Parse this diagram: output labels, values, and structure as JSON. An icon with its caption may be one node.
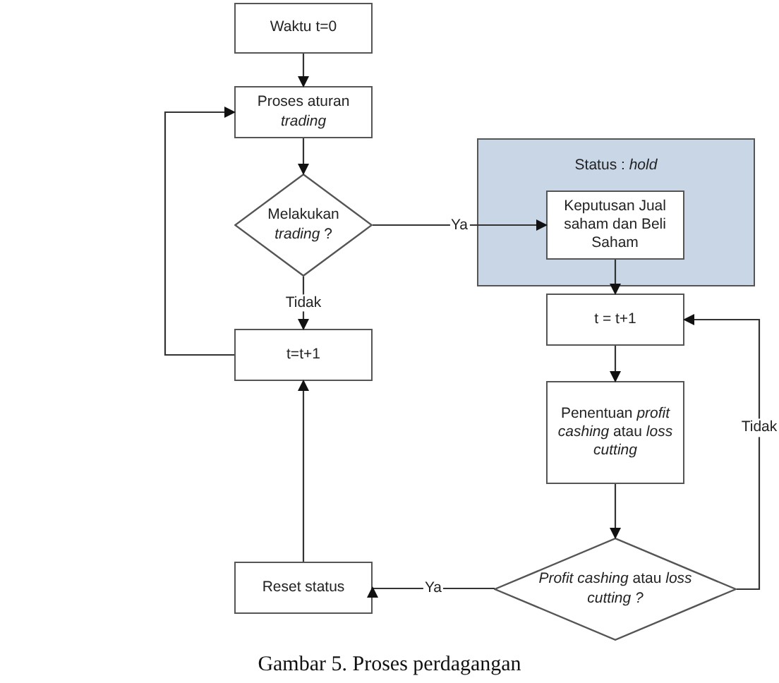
{
  "diagram": {
    "caption": "Gambar 5. Proses perdagangan",
    "nodes": [
      {
        "text": [
          "Waktu t=0"
        ]
      },
      {
        "text": [
          "Proses aturan *trading*"
        ]
      },
      {
        "text": [
          "Melakukan *trading* ?"
        ]
      },
      {
        "text": [
          "t=t+1"
        ]
      },
      {
        "text": [
          "Status : *hold*"
        ]
      },
      {
        "text": [
          "Keputusan Jual saham dan Beli Saham"
        ],
        "in": 4
      },
      {
        "text": [
          "t = t+1"
        ]
      },
      {
        "text": [
          "Penentuan *profit cashing* atau *loss cutting*"
        ]
      },
      {
        "text": [
          "*Profit cashing* atau *loss cutting ?*"
        ]
      },
      {
        "text": [
          "Reset status"
        ]
      }
    ],
    "edges": [
      {
        "from": 0,
        "to": 1,
        "arrow": "to"
      },
      {
        "from": 1,
        "to": 2,
        "arrow": "to"
      },
      {
        "from": 2,
        "to": 5,
        "arrow": "to",
        "label": "Ya"
      },
      {
        "from": 2,
        "to": 3,
        "arrow": "to",
        "label": "Tidak"
      },
      {
        "from": 3,
        "to": 1,
        "arrow": "to"
      },
      {
        "from": 5,
        "to": 6,
        "arrow": "to"
      },
      {
        "from": 6,
        "to": 7,
        "arrow": "to"
      },
      {
        "from": 7,
        "to": 8,
        "arrow": "to"
      },
      {
        "from": 8,
        "to": 9,
        "arrow": "to",
        "label": "Ya"
      },
      {
        "from": 8,
        "to": 6,
        "arrow": "to",
        "label": "Tidak"
      },
      {
        "from": 9,
        "to": 3,
        "arrow": "to"
      }
    ]
  }
}
